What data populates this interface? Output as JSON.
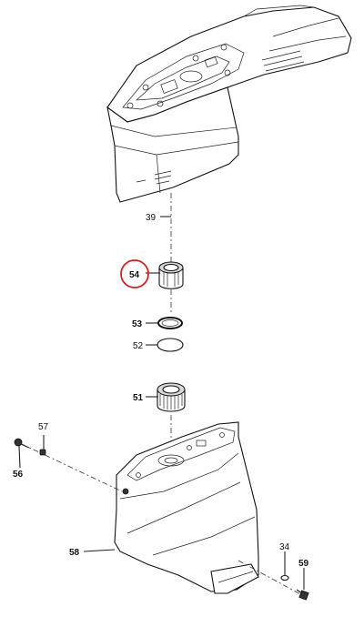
{
  "labels": {
    "p39": "39",
    "p54": "54",
    "p53": "53",
    "p52": "52",
    "p51": "51",
    "p57": "57",
    "p56": "56",
    "p58": "58",
    "p34": "34",
    "p59": "59"
  },
  "highlight": {
    "part": "54",
    "color": "#d62020"
  }
}
